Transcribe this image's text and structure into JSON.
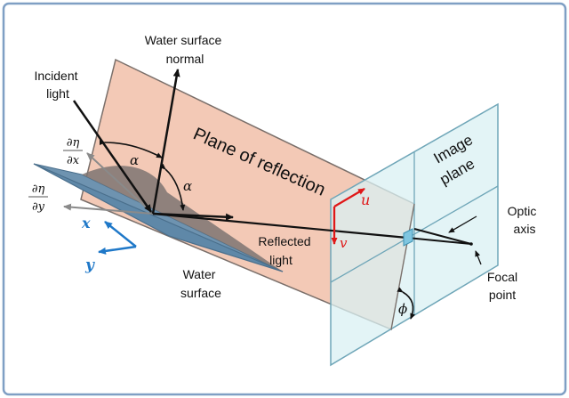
{
  "colors": {
    "frame": "#7f9fc4",
    "plane_reflection_fill": "#f3c9b6",
    "plane_reflection_stroke": "#7a6f6a",
    "water_fill": "#5f88a8",
    "water_shadow": "#7d7472",
    "image_plane_fill": "#d9f0f3",
    "image_plane_stroke": "#6fa6b8",
    "ray": "#111111",
    "grad_arrow": "#8a8a8a",
    "axis_blue": "#1f78c8",
    "uv_red": "#e01818",
    "pixel": "#7fc6e0"
  },
  "labels": {
    "water_normal_l1": "Water surface",
    "water_normal_l2": "normal",
    "incident_l1": "Incident",
    "incident_l2": "light",
    "plane_of_reflection": "Plane of reflection",
    "image_plane_l1": "Image",
    "image_plane_l2": "plane",
    "optic_axis_l1": "Optic",
    "optic_axis_l2": "axis",
    "focal_point_l1": "Focal",
    "focal_point_l2": "point",
    "reflected_l1": "Reflected",
    "reflected_l2": "light",
    "water_surface_l1": "Water",
    "water_surface_l2": "surface",
    "alpha": "α",
    "phi": "ϕ",
    "u": "u",
    "v": "v",
    "x": "x",
    "y": "y",
    "d_eta": "∂η",
    "d_x": "∂x",
    "d_y": "∂y"
  }
}
